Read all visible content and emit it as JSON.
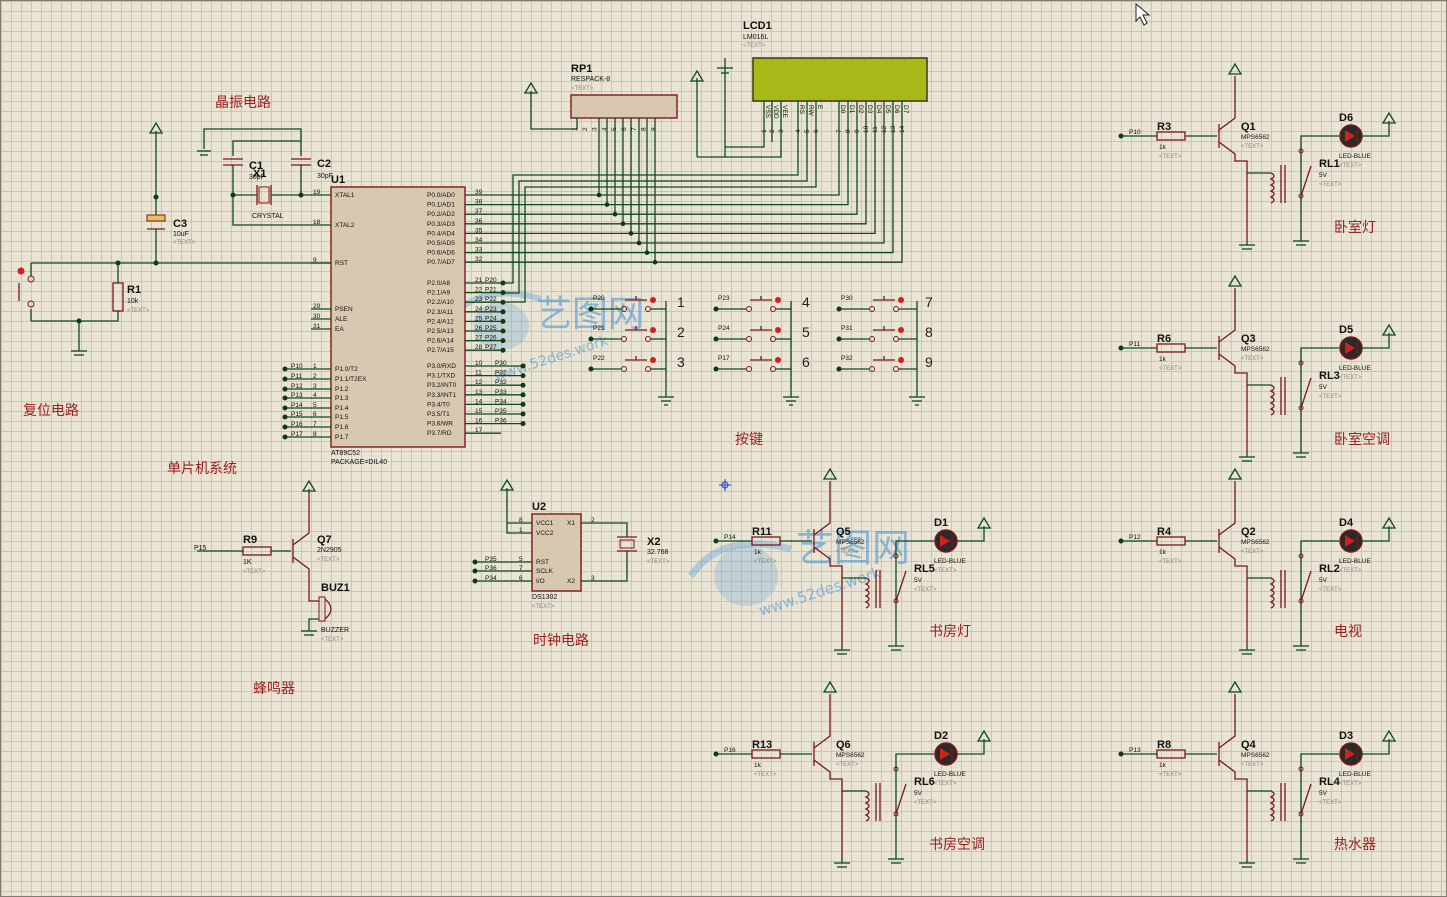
{
  "labels": {
    "crystal_circuit": "晶振电路",
    "reset_circuit": "复位电路",
    "mcu_system": "单片机系统",
    "buzzer": "蜂鸣器",
    "clock_circuit": "时钟电路",
    "keys": "按键",
    "bedroom_light": "卧室灯",
    "bedroom_ac": "卧室空调",
    "tv": "电视",
    "water_heater": "热水器",
    "study_light": "书房灯",
    "study_ac": "书房空调"
  },
  "lcd": {
    "ref": "LCD1",
    "part": "LM016L",
    "text": "<TEXT>",
    "pins": [
      "VSS",
      "VDD",
      "VEE",
      "RS",
      "RW",
      "E",
      "D0",
      "D1",
      "D2",
      "D3",
      "D4",
      "D5",
      "D6",
      "D7"
    ],
    "nums": [
      "1",
      "2",
      "3",
      "4",
      "5",
      "6",
      "7",
      "8",
      "9",
      "10",
      "11",
      "12",
      "13",
      "14"
    ]
  },
  "rp1": {
    "ref": "RP1",
    "part": "RESPACK-8",
    "text": "<TEXT>"
  },
  "mcu": {
    "ref": "U1",
    "part": "AT89C52",
    "package": "PACKAGE=DIL40",
    "left_pins": [
      [
        "XTAL1",
        "19"
      ],
      [
        "XTAL2",
        "18"
      ],
      [
        "RST",
        "9"
      ],
      [
        "PSEN",
        "29"
      ],
      [
        "ALE",
        "30"
      ],
      [
        "EA",
        "31"
      ],
      [
        "P1.0/T2",
        "1"
      ],
      [
        "P1.1/T2EX",
        "2"
      ],
      [
        "P1.2",
        "3"
      ],
      [
        "P1.3",
        "4"
      ],
      [
        "P1.4",
        "5"
      ],
      [
        "P1.5",
        "6"
      ],
      [
        "P1.6",
        "7"
      ],
      [
        "P1.7",
        "8"
      ]
    ],
    "right_pins": [
      [
        "P0.0/AD0",
        "39"
      ],
      [
        "P0.1/AD1",
        "38"
      ],
      [
        "P0.2/AD2",
        "37"
      ],
      [
        "P0.3/AD3",
        "36"
      ],
      [
        "P0.4/AD4",
        "35"
      ],
      [
        "P0.5/AD5",
        "34"
      ],
      [
        "P0.6/AD6",
        "33"
      ],
      [
        "P0.7/AD7",
        "32"
      ],
      [
        "P2.0/A8",
        "21"
      ],
      [
        "P2.1/A9",
        "22"
      ],
      [
        "P2.2/A10",
        "23"
      ],
      [
        "P2.3/A11",
        "24"
      ],
      [
        "P2.4/A12",
        "25"
      ],
      [
        "P2.5/A13",
        "26"
      ],
      [
        "P2.6/A14",
        "27"
      ],
      [
        "P2.7/A15",
        "28"
      ],
      [
        "P3.0/RXD",
        "10"
      ],
      [
        "P3.1/TXD",
        "11"
      ],
      [
        "P3.2/INT0",
        "12"
      ],
      [
        "P3.3/INT1",
        "13"
      ],
      [
        "P3.4/T0",
        "14"
      ],
      [
        "P3.5/T1",
        "15"
      ],
      [
        "P3.6/WR",
        "16"
      ],
      [
        "P3.7/RD",
        "17"
      ]
    ],
    "p1_nets": [
      "P10",
      "P11",
      "P12",
      "P13",
      "P14",
      "P15",
      "P16",
      "P17"
    ],
    "p2_nets": [
      "P20",
      "P21",
      "P22",
      "P23",
      "P24",
      "P25",
      "P26",
      "P27"
    ],
    "p3_nets": [
      "P30",
      "P31",
      "P32",
      "P33",
      "P34",
      "P35",
      "P36"
    ]
  },
  "crystal": {
    "c1": "C1",
    "c1v": "30pF",
    "c2": "C2",
    "c2v": "30pF",
    "x1": "X1",
    "x1v": "CRYSTAL",
    "text": "<TEXT>"
  },
  "reset": {
    "c3": "C3",
    "c3v": "10uF",
    "r1": "R1",
    "r1v": "10k",
    "text": "<TEXT>"
  },
  "buzzer": {
    "r9": "R9",
    "r9v": "1K",
    "q7": "Q7",
    "q7v": "2N2905",
    "buz": "BUZ1",
    "buzv": "BUZZER",
    "net": "P15",
    "text": "<TEXT>"
  },
  "rtc": {
    "ref": "U2",
    "part": "DS1302",
    "text": "<TEXT>",
    "x2": "X2",
    "x2v": "32.768",
    "pins_l": [
      "VCC1",
      "VCC2",
      "RST",
      "SCLK",
      "I/O"
    ],
    "pins_r": [
      "X1",
      "X2"
    ],
    "nums_l": [
      "8",
      "1",
      "5",
      "7",
      "6"
    ],
    "nums_r": [
      "2",
      "3"
    ],
    "nets": [
      "P35",
      "P36",
      "P34"
    ]
  },
  "keys": [
    {
      "net": "P20",
      "num": "1"
    },
    {
      "net": "P21",
      "num": "2"
    },
    {
      "net": "P22",
      "num": "3"
    },
    {
      "net": "P23",
      "num": "4"
    },
    {
      "net": "P24",
      "num": "5"
    },
    {
      "net": "P17",
      "num": "6"
    },
    {
      "net": "P30",
      "num": "7"
    },
    {
      "net": "P31",
      "num": "8"
    },
    {
      "net": "P32",
      "num": "9"
    }
  ],
  "relays": [
    {
      "net": "P10",
      "r": "R3",
      "q": "Q1",
      "rl": "RL1",
      "d": "D6"
    },
    {
      "net": "P11",
      "r": "R6",
      "q": "Q3",
      "rl": "RL3",
      "d": "D5"
    },
    {
      "net": "P12",
      "r": "R4",
      "q": "Q2",
      "rl": "RL2",
      "d": "D4"
    },
    {
      "net": "P13",
      "r": "R8",
      "q": "Q4",
      "rl": "RL4",
      "d": "D3"
    },
    {
      "net": "P14",
      "r": "R11",
      "q": "Q5",
      "rl": "RL5",
      "d": "D1"
    },
    {
      "net": "P16",
      "r": "R13",
      "q": "Q6",
      "rl": "RL6",
      "d": "D2"
    }
  ],
  "relay_common": {
    "rv": "1k",
    "qv": "MPS6562",
    "rlv": "5V",
    "dv": "LED-BLUE",
    "text": "<TEXT>"
  },
  "watermark": {
    "brand": "艺图网",
    "url": "www.52des.work"
  }
}
